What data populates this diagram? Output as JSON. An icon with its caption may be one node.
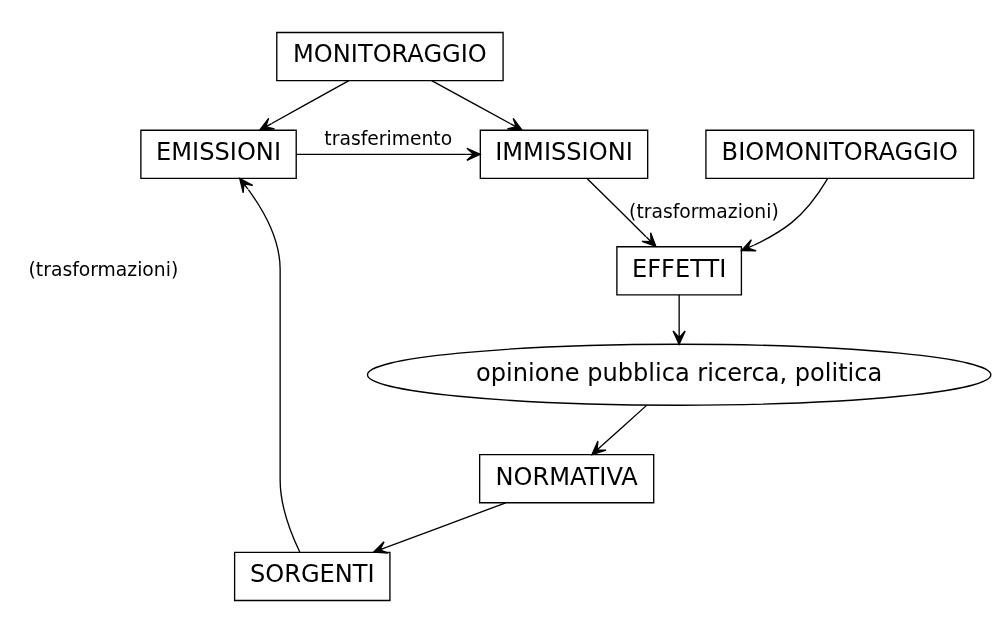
{
  "diagram": {
    "nodes": [
      {
        "text": [
          "EMISSIONI"
        ]
      },
      {
        "text": [
          "IMMISSIONI"
        ]
      },
      {
        "text": [
          "MONITORAGGIO"
        ]
      },
      {
        "text": [
          "SORGENTI"
        ]
      },
      {
        "text": [
          "BIOMONITORAGGIO"
        ]
      },
      {
        "text": [
          "EFFETTI"
        ]
      },
      {
        "text": [
          "NORMATIVA"
        ]
      },
      {
        "text": [
          "opinione pubblica ricerca, politica"
        ]
      }
    ],
    "edges": [
      {
        "from": 0,
        "to": 1,
        "arrow": "to",
        "label": "trasferimento"
      },
      {
        "from": 2,
        "to": 0,
        "arrow": "to"
      },
      {
        "from": 2,
        "to": 1,
        "arrow": "to"
      },
      {
        "from": 1,
        "to": 5,
        "arrow": "to",
        "label": "(trasformazioni)"
      },
      {
        "from": 4,
        "to": 5,
        "arrow": "to"
      },
      {
        "from": 5,
        "to": 7,
        "arrow": "to"
      },
      {
        "from": 7,
        "to": 6,
        "arrow": "to"
      },
      {
        "from": 6,
        "to": 3,
        "arrow": "to"
      },
      {
        "from": 3,
        "to": 0,
        "arrow": "to"
      }
    ],
    "labels": [
      "(trasformazioni)"
    ]
  }
}
